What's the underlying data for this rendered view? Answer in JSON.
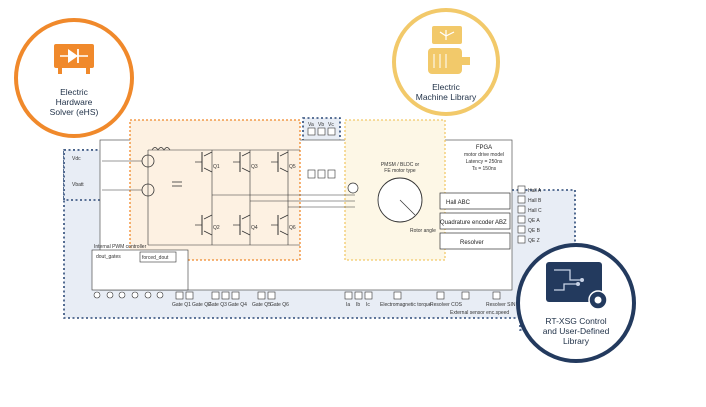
{
  "colors": {
    "orange": "#f0892b",
    "gold": "#f2c96a",
    "navy": "#233a5e",
    "dotted_blue": "#2c4a78"
  },
  "badges": {
    "ehs": {
      "line1": "Electric",
      "line2": "Hardware",
      "line3": "Solver (eHS)",
      "icon": "diode-icon"
    },
    "machine": {
      "line1": "Electric",
      "line2": "Machine Library",
      "icon": "motor-icon"
    },
    "rtxsg": {
      "line1": "RT-XSG Control",
      "line2": "and User-Defined",
      "line3": "Library",
      "icon": "circuit-board-gear-icon"
    }
  },
  "diagram": {
    "fpga_title": "FPGA",
    "fpga_line2": "motor drive model",
    "fpga_latency": "Latency = 250ns",
    "fpga_ts": "Ts = 150ns",
    "motor_line1": "PMSM / BLDC or",
    "motor_line2": "FE motor type",
    "rotor_angle": "Rotor angle",
    "hall_abc": "Hall ABC",
    "quad_encoder": "Quadrature encoder ABZ",
    "resolver": "Resolver",
    "hall_outputs": [
      "Hall A",
      "Hall B",
      "Hall C",
      "QE A",
      "QE B",
      "QE Z"
    ],
    "switches": [
      "Q1",
      "Q3",
      "Q5",
      "Q2",
      "Q4",
      "Q6"
    ],
    "vdc_label": "Vdc",
    "source_label": "Vbatt",
    "pwm_title": "Internal PWM controller",
    "dout_gates": "dout_gates",
    "forced_dout": "forced_dout",
    "vk": [
      "Va",
      "Vb",
      "Vc"
    ],
    "bottom_labels": [
      "Gate Q1",
      "Gate Q2",
      "Gate Q3",
      "Gate Q4",
      "Gate Q5",
      "Gate Q6",
      "Ia",
      "Ib",
      "Ic",
      "Electromagnetic torque",
      "Resolver COS",
      "External sensor enc.speed",
      "Resolver SIN"
    ]
  }
}
